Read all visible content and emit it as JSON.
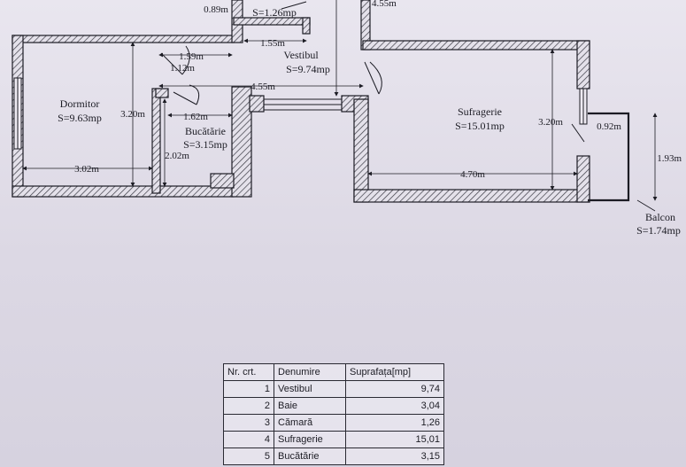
{
  "rooms": {
    "dormitor": {
      "name": "Dormitor",
      "area": "S=9.63mp"
    },
    "bucatarie": {
      "name": "Bucătărie",
      "area": "S=3.15mp"
    },
    "vestibul": {
      "name": "Vestibul",
      "area": "S=9.74mp"
    },
    "sufragerie": {
      "name": "Sufragerie",
      "area": "S=15.01mp"
    },
    "balcon": {
      "name": "Balcon",
      "area": "S=1.74mp"
    },
    "camara": {
      "area": "S=1.26mp"
    }
  },
  "dimensions": {
    "d_089": "0.89m",
    "d_155": "1.55m",
    "d_455_top": "4.55m",
    "d_159": "1.59m",
    "d_112": "1.12m",
    "d_455": "4.55m",
    "d_320_dorm": "3.20m",
    "d_162": "1.62m",
    "d_202": "2.02m",
    "d_302": "3.02m",
    "d_320_sufr": "3.20m",
    "d_092": "0.92m",
    "d_193": "1.93m",
    "d_470": "4.70m"
  },
  "table": {
    "headers": [
      "Nr. crt.",
      "Denumire",
      "Suprafața[mp]"
    ],
    "rows": [
      {
        "nr": "1",
        "name": "Vestibul",
        "area": "9,74"
      },
      {
        "nr": "2",
        "name": "Baie",
        "area": "3,04"
      },
      {
        "nr": "3",
        "name": "Cămară",
        "area": "1,26"
      },
      {
        "nr": "4",
        "name": "Sufragerie",
        "area": "15,01"
      },
      {
        "nr": "5",
        "name": "Bucătărie",
        "area": "3,15"
      }
    ]
  }
}
